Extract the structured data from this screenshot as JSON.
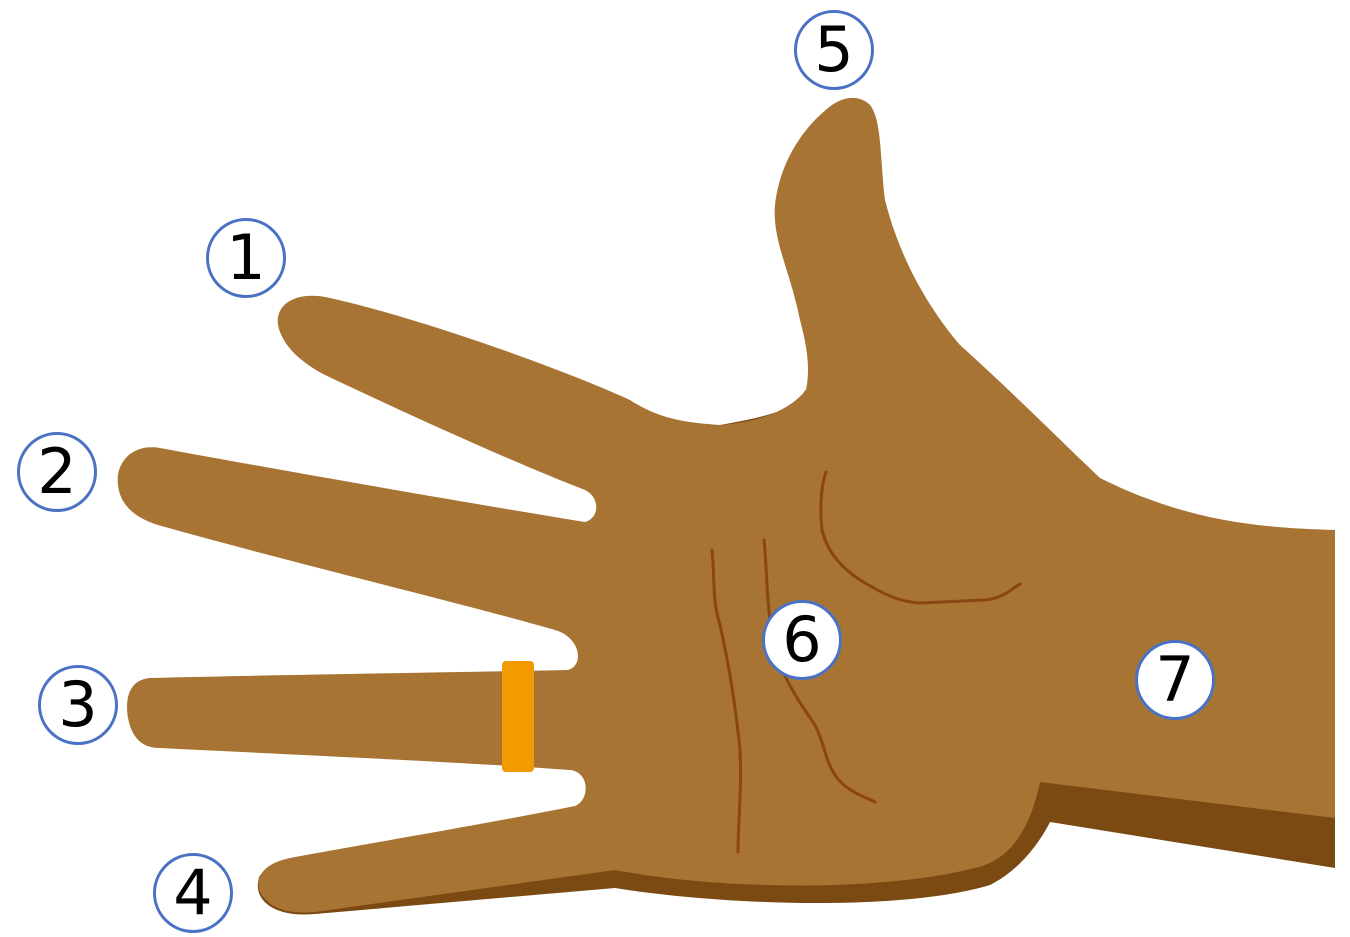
{
  "colors": {
    "skin": "#a87434",
    "skin_shadow": "#7a4a12",
    "palm_lines": "#8b4513",
    "ring": "#f29a00",
    "marker_border": "#4a72c4"
  },
  "markers": [
    {
      "id": "1",
      "label": "1",
      "part": "index-finger"
    },
    {
      "id": "2",
      "label": "2",
      "part": "middle-finger"
    },
    {
      "id": "3",
      "label": "3",
      "part": "ring-finger"
    },
    {
      "id": "4",
      "label": "4",
      "part": "little-finger"
    },
    {
      "id": "5",
      "label": "5",
      "part": "thumb"
    },
    {
      "id": "6",
      "label": "6",
      "part": "palm"
    },
    {
      "id": "7",
      "label": "7",
      "part": "wrist"
    }
  ]
}
